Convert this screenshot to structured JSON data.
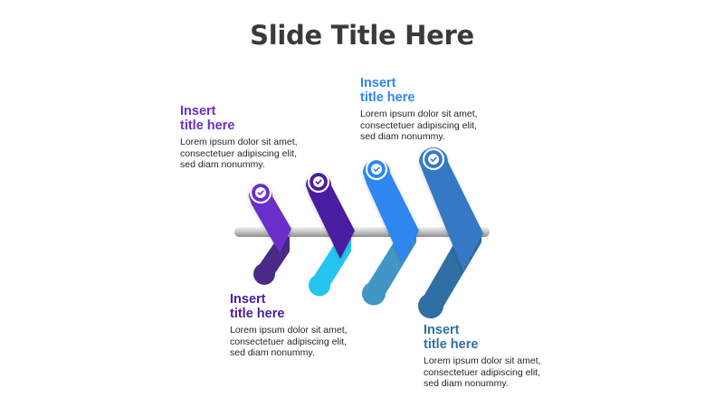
{
  "slide": {
    "title": "Slide Title Here"
  },
  "colors": {
    "purple": "#6a2fc9",
    "dark_purple": "#4a1ea0",
    "bright_blue": "#2e86f0",
    "steel_blue": "#3479c4",
    "cyan": "#24c6f0",
    "teal_blue": "#4296c6",
    "deep_steel": "#2f6fa3",
    "dark_violet": "#4a2a86"
  },
  "icons": [
    "check-circle-icon",
    "check-circle-icon",
    "check-circle-icon",
    "check-circle-icon"
  ],
  "blocks": [
    {
      "heading": "Insert\ntitle here",
      "body": "Lorem ipsum dolor sit amet,\nconsectetuer adipiscing elit,\nsed diam nonummy.",
      "color": "#6a2fc9"
    },
    {
      "heading": "Insert\ntitle here",
      "body": "Lorem ipsum dolor sit amet,\nconsectetuer adipiscing elit,\nsed diam nonummy.",
      "color": "#2e86f0"
    },
    {
      "heading": "Insert\ntitle here",
      "body": "Lorem ipsum dolor sit amet,\nconsectetuer adipiscing elit,\nsed diam nonummy.",
      "color": "#4a1ea0"
    },
    {
      "heading": "Insert\ntitle here",
      "body": "Lorem ipsum dolor sit amet,\nconsectetuer adipiscing elit,\nsed diam nonummy.",
      "color": "#2f6fa3"
    }
  ]
}
